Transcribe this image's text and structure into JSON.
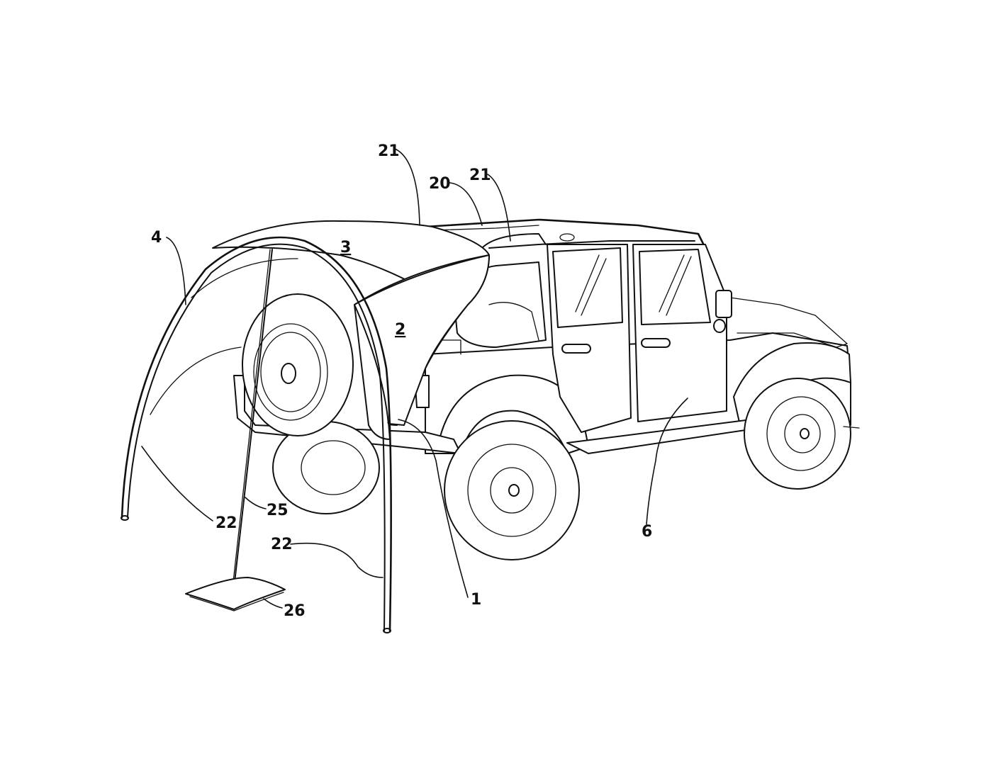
{
  "figure": {
    "labels": {
      "l1": "1",
      "l2": "2",
      "l3": "3",
      "l4": "4",
      "l6": "6",
      "l20": "20",
      "l21a": "21",
      "l21b": "21",
      "l22a": "22",
      "l22b": "22",
      "l25": "25",
      "l26": "26"
    }
  }
}
